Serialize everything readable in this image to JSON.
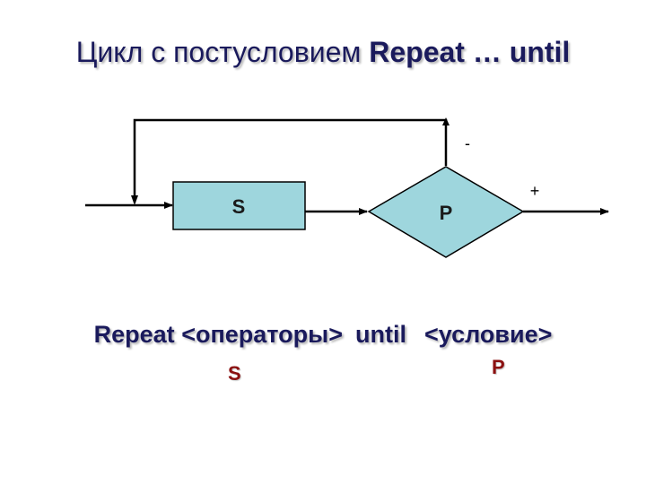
{
  "title": {
    "prefix": "Цикл с постусловием",
    "keywords": "Repeat … until"
  },
  "diagram": {
    "statement_label": "S",
    "condition_label": "P",
    "false_branch_label": "-",
    "true_branch_label": "+"
  },
  "syntax": {
    "kw_repeat": "Repeat",
    "operators": "<операторы>",
    "kw_until": "until",
    "condition": "<условие>",
    "statement_marker": "S",
    "condition_marker": "P"
  },
  "colors": {
    "block_fill": "#9ed6dd",
    "line": "#000000",
    "title_text": "#1a1a5c",
    "marker_text": "#8b1010"
  }
}
